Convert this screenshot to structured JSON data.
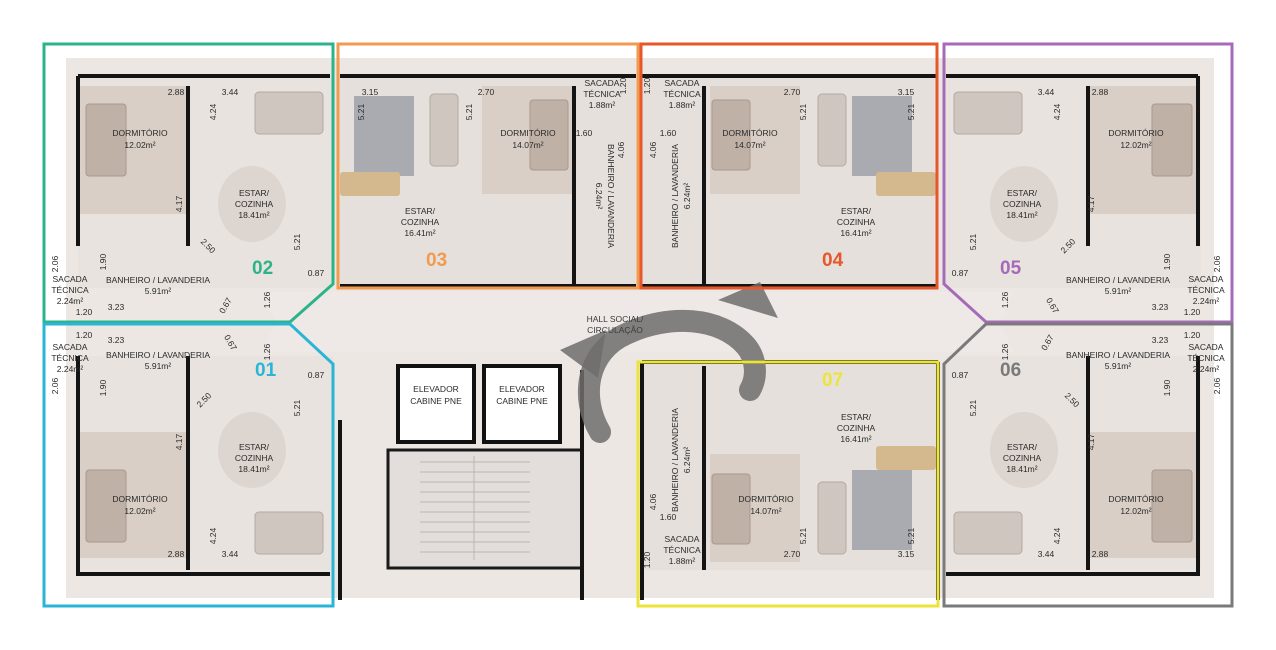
{
  "hall": [
    "HALL SOCIAL/",
    "CIRCULAÇÃO"
  ],
  "elevators": [
    [
      "ELEVADOR",
      "CABINE PNE"
    ],
    [
      "ELEVADOR",
      "CABINE PNE"
    ]
  ],
  "unit_colors": {
    "01": "#29b6d6",
    "02": "#2db389",
    "03": "#f19a50",
    "04": "#e6582a",
    "05": "#a56ab8",
    "06": "#7a7a7a",
    "07": "#ece43a"
  },
  "units": [
    {
      "id": "01",
      "label": "01"
    },
    {
      "id": "02",
      "label": "02"
    },
    {
      "id": "03",
      "label": "03"
    },
    {
      "id": "04",
      "label": "04"
    },
    {
      "id": "05",
      "label": "05"
    },
    {
      "id": "06",
      "label": "06"
    },
    {
      "id": "07",
      "label": "07"
    }
  ],
  "rooms": {
    "dormitorio_a": [
      "DORMITÓRIO",
      "12.02m²"
    ],
    "dormitorio_b": [
      "DORMITÓRIO",
      "14.07m²"
    ],
    "estar_a": [
      "ESTAR/",
      "COZINHA",
      "18.41m²"
    ],
    "estar_b": [
      "ESTAR/",
      "COZINHA",
      "16.41m²"
    ],
    "banheiro_h": [
      "BANHEIRO / LAVANDERIA",
      "5.91m²"
    ],
    "banheiro_v": [
      "BANHEIRO / LAVANDERIA",
      "6.24m²"
    ],
    "sacada_a": [
      "SACADA",
      "TÉCNICA",
      "2.24m²"
    ],
    "sacada_b": [
      "SACADA",
      "TÉCNICA",
      "1.88m²"
    ]
  },
  "dimensions": {
    "d288": "2.88",
    "d344": "3.44",
    "d424": "4.24",
    "d417": "4.17",
    "d521": "5.21",
    "d250": "2.50",
    "d087": "0.87",
    "d190": "1.90",
    "d206": "2.06",
    "d120": "1.20",
    "d323": "3.23",
    "d067": "0.67",
    "d126": "1.26",
    "d315": "3.15",
    "d270": "2.70",
    "d160": "1.60",
    "d406": "4.06"
  }
}
